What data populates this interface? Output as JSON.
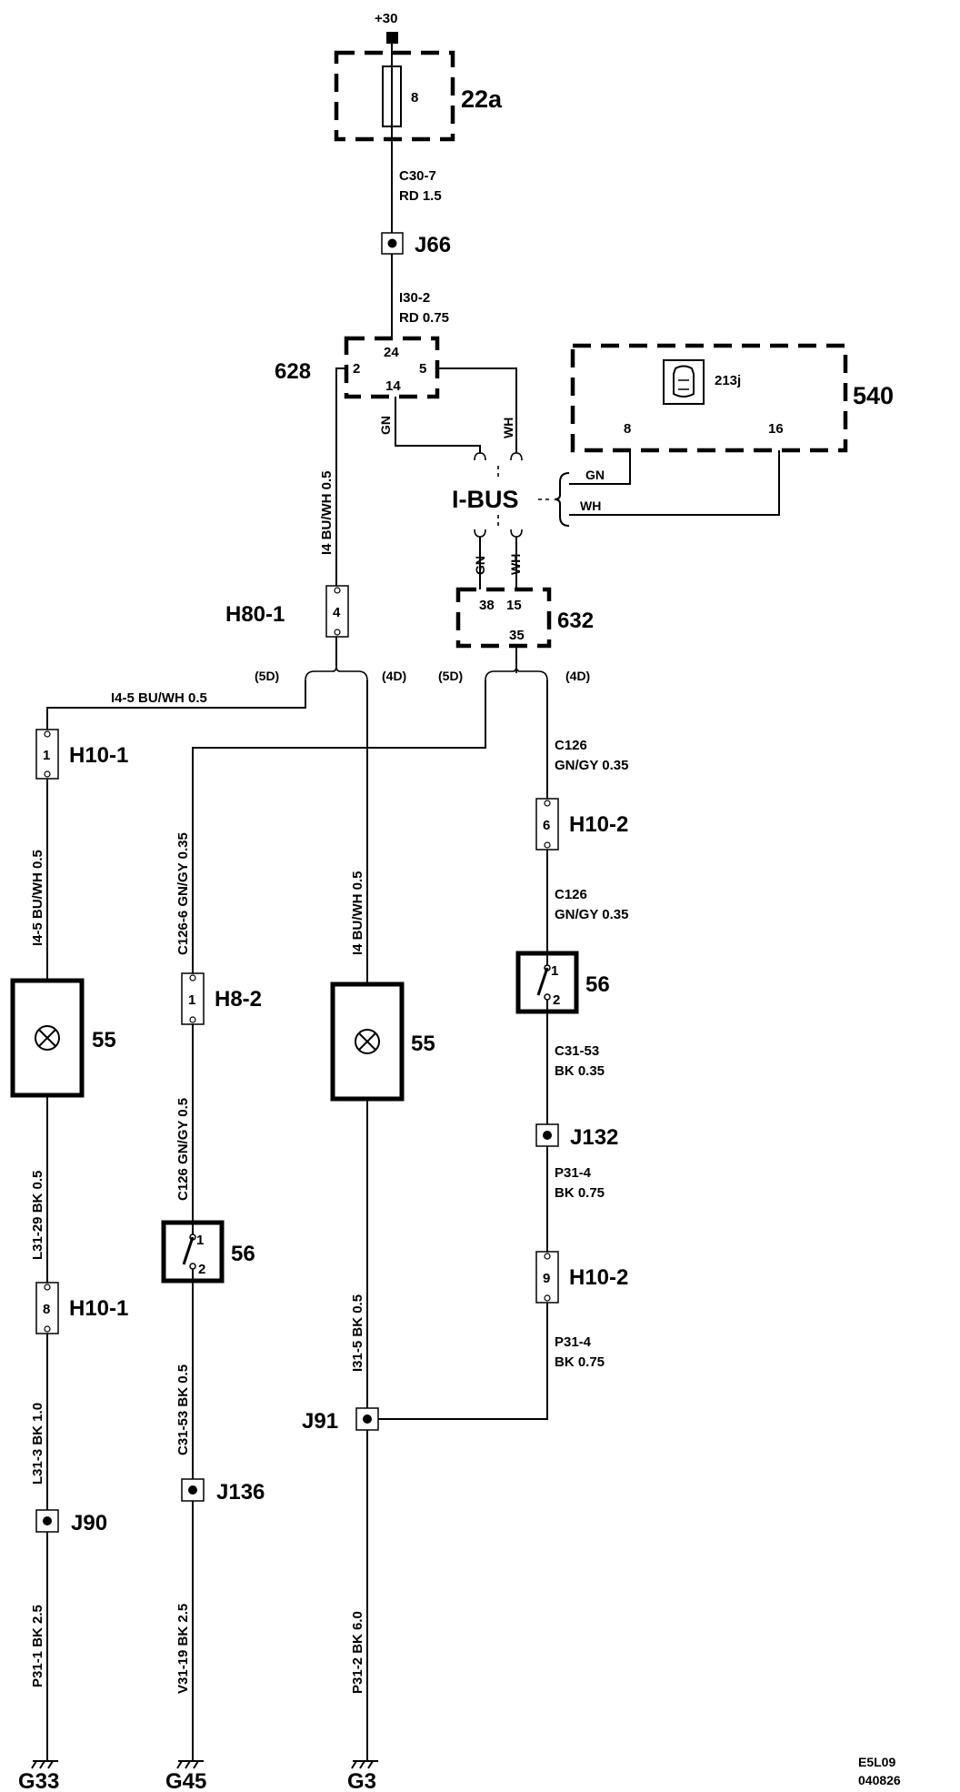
{
  "supply": {
    "label": "+30"
  },
  "fuse_box": {
    "id": "22a",
    "fuse_pin": "8"
  },
  "wire_c30_7": {
    "code": "C30-7",
    "spec": "RD 1.5"
  },
  "junction_j66": {
    "id": "J66"
  },
  "wire_i30_2": {
    "code": "I30-2",
    "spec": "RD 0.75"
  },
  "module_628": {
    "id": "628",
    "pins": [
      "24",
      "2",
      "5",
      "14"
    ]
  },
  "module_540": {
    "id": "540",
    "icon_label": "213j",
    "pins": [
      "8",
      "16"
    ]
  },
  "ibus": {
    "label": "I-BUS"
  },
  "wire_colors": {
    "gn": "GN",
    "wh": "WH"
  },
  "module_632": {
    "id": "632",
    "pins": [
      "38",
      "15",
      "35"
    ]
  },
  "wire_i4_left": "I4  BU/WH  0.5",
  "connector_h80_1": {
    "id": "H80-1",
    "pin": "4"
  },
  "variants": {
    "five_door": "(5D)",
    "four_door": "(4D)"
  },
  "wire_i4_5_horizontal": "I4-5  BU/WH  0.5",
  "col1": {
    "connector_top": {
      "id": "H10-1",
      "pin": "1"
    },
    "wire_a": "I4-5  BU/WH  0.5",
    "lamp": "55",
    "wire_b": "L31-29  BK  0.5",
    "connector_bottom": {
      "id": "H10-1",
      "pin": "8"
    },
    "wire_c": "L31-3  BK  1.0",
    "junction": "J90",
    "wire_d": "P31-1  BK  2.5",
    "ground": "G33"
  },
  "col2": {
    "wire_a": "C126-6  GN/GY  0.35",
    "connector": {
      "id": "H8-2",
      "pin": "1"
    },
    "wire_b": "C126  GN/GY  0.5",
    "switch": {
      "id": "56",
      "pins": [
        "1",
        "2"
      ]
    },
    "wire_c": "C31-53  BK  0.5",
    "junction": "J136",
    "wire_d": "V31-19  BK  2.5",
    "ground": "G45"
  },
  "col3": {
    "wire_a": "I4  BU/WH  0.5",
    "lamp": "55",
    "wire_b": "I31-5  BK  0.5",
    "junction": "J91",
    "wire_c": "P31-2  BK  6.0",
    "ground": "G3"
  },
  "col4": {
    "wire_a": {
      "code": "C126",
      "spec": "GN/GY  0.35"
    },
    "connector_top": {
      "id": "H10-2",
      "pin": "6"
    },
    "wire_b": {
      "code": "C126",
      "spec": "GN/GY  0.35"
    },
    "switch": {
      "id": "56",
      "pins": [
        "1",
        "2"
      ]
    },
    "wire_c": {
      "code": "C31-53",
      "spec": "BK  0.35"
    },
    "junction": "J132",
    "wire_d": {
      "code": "P31-4",
      "spec": "BK  0.75"
    },
    "connector_bottom": {
      "id": "H10-2",
      "pin": "9"
    },
    "wire_e": {
      "code": "P31-4",
      "spec": "BK  0.75"
    }
  },
  "footer": {
    "code": "E5L09",
    "date": "040826"
  }
}
